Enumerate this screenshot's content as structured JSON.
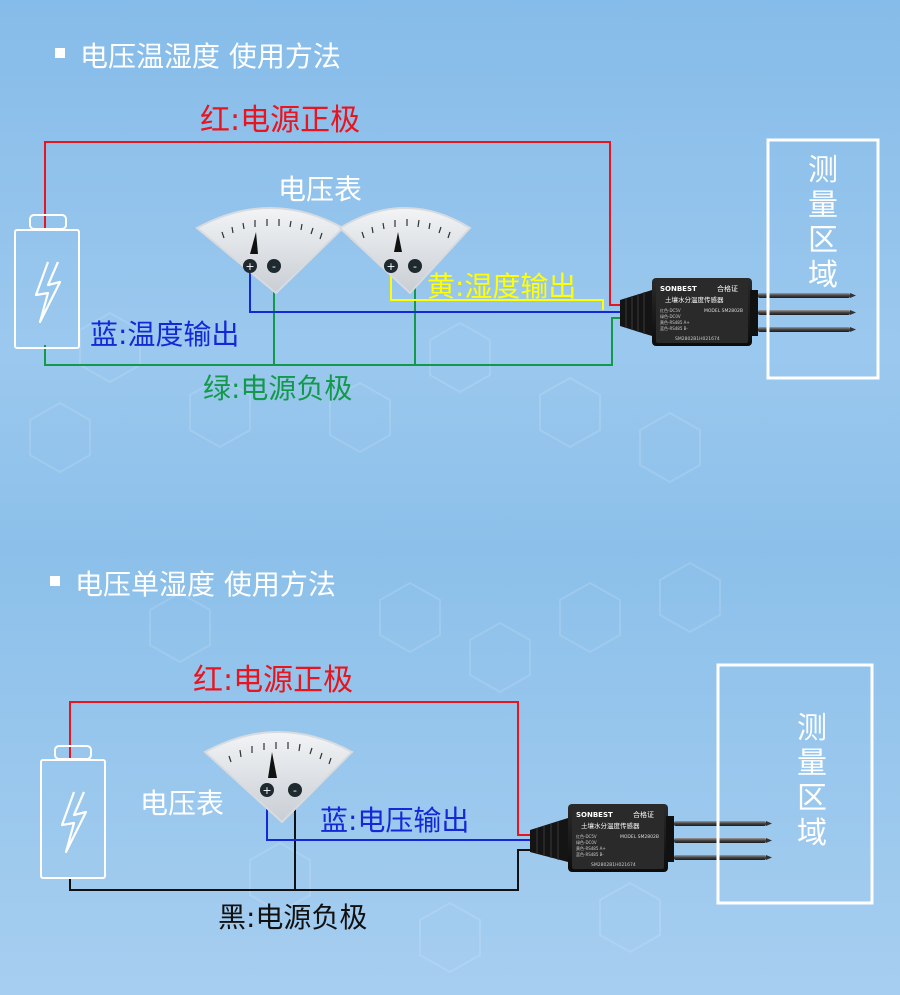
{
  "section1": {
    "heading": "电压温湿度 使用方法",
    "red_label": "红:电源正极",
    "meter_label": "电压表",
    "yellow_label": "黄:湿度输出",
    "blue_label": "蓝:温度输出",
    "green_label": "绿:电源负极",
    "zone_label": "测量区域",
    "sensor": {
      "brand": "SONBEST",
      "cert": "合格证",
      "name": "土壤水分温度传感器",
      "model": "MODEL SM2802B",
      "lines": [
        "红色-DC5V",
        "绿色-DC0V",
        "黄色-RS485 A+",
        "蓝色-RS485 B-"
      ],
      "serial": "SM2802B1H021674"
    }
  },
  "section2": {
    "heading": "电压单湿度 使用方法",
    "red_label": "红:电源正极",
    "meter_label": "电压表",
    "blue_label": "蓝:电压输出",
    "black_label": "黑:电源负极",
    "zone_label": "测量区域",
    "sensor": {
      "brand": "SONBEST",
      "cert": "合格证",
      "name": "土壤水分温度传感器",
      "model": "MODEL SM2802B",
      "lines": [
        "红色-DC5V",
        "绿色-DC0V",
        "黄色-RS485 A+",
        "蓝色-RS485 B-"
      ],
      "serial": "SM2802B1H021674"
    }
  },
  "colors": {
    "red": "#e8141e",
    "green": "#12994a",
    "blue": "#1428d8",
    "yellow": "#ffff00",
    "black": "#111111",
    "white": "#ffffff"
  }
}
